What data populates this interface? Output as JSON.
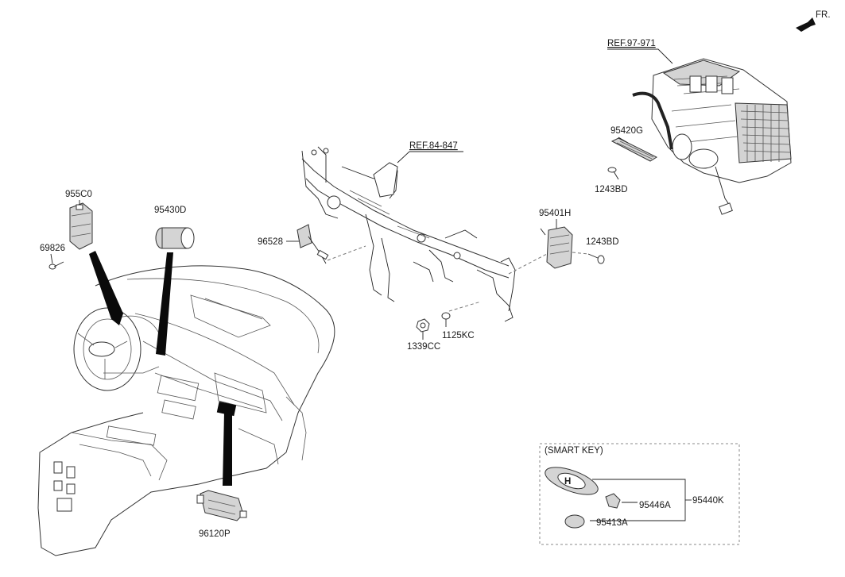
{
  "orientation_label": "FR.",
  "references": {
    "hvac": "REF.97-971",
    "cowl_crossbar": "REF.84-847"
  },
  "parts": {
    "p955c0": "955C0",
    "p69826": "69826",
    "p95430d": "95430D",
    "p96528": "96528",
    "p95420g": "95420G",
    "p1243bd_top": "1243BD",
    "p95401h": "95401H",
    "p1243bd_mid": "1243BD",
    "p1339cc": "1339CC",
    "p1125kc": "1125KC",
    "p96120p": "96120P"
  },
  "smart_key": {
    "title": "(SMART KEY)",
    "p95440k": "95440K",
    "p95446a": "95446A",
    "p95413a": "95413A"
  }
}
